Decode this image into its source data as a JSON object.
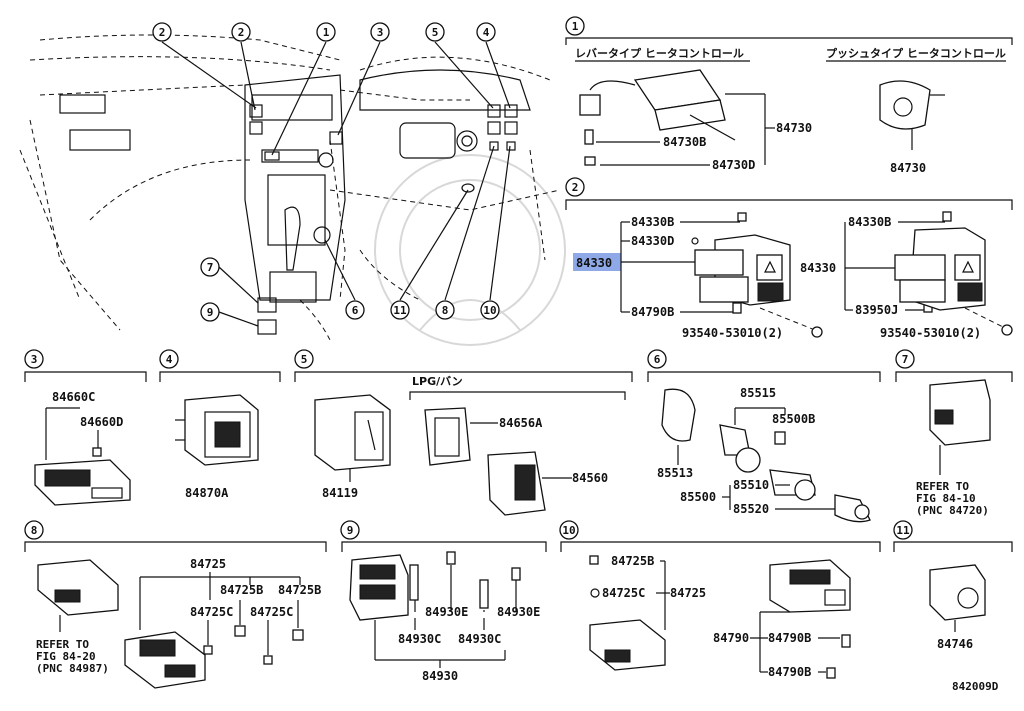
{
  "figure_code": "842009D",
  "highlight_color": "#8fa9e8",
  "callouts": [
    "1",
    "2",
    "3",
    "4",
    "5",
    "6",
    "7",
    "8",
    "9",
    "10",
    "11"
  ],
  "sec1": {
    "label_lever": "レバータイプ ヒータコントロール",
    "label_push": "プッシュタイプ ヒータコントロール",
    "p84730": "84730",
    "p84730b": "84730B",
    "p84730d": "84730D",
    "p84730_push": "84730"
  },
  "sec2": {
    "main": "84330",
    "p84330b_l": "84330B",
    "p84330d_l": "84330D",
    "p84790b_l": "84790B",
    "p93540_l": "93540-53010(2)",
    "p84330b_r": "84330B",
    "p84330_r": "84330",
    "p83950j_r": "83950J",
    "p93540_r": "93540-53010(2)"
  },
  "sec3": {
    "p84660c": "84660C",
    "p84660d": "84660D"
  },
  "sec4": {
    "p84870a": "84870A"
  },
  "sec5": {
    "lpg": "LPG/バン",
    "p84119": "84119",
    "p84656a": "84656A",
    "p84560": "84560"
  },
  "sec6": {
    "p85515": "85515",
    "p85500b": "85500B",
    "p85513": "85513",
    "p85510": "85510",
    "p85500": "85500",
    "p85520": "85520"
  },
  "sec7": {
    "ref1": "REFER TO",
    "ref2": "FIG 84-10",
    "ref3": "(PNC 84720)"
  },
  "sec8": {
    "p84725": "84725",
    "p84725b_a": "84725B",
    "p84725b_b": "84725B",
    "p84725c_a": "84725C",
    "p84725c_b": "84725C",
    "ref1": "REFER TO",
    "ref2": "FIG 84-20",
    "ref3": "(PNC 84987)"
  },
  "sec9": {
    "p84930e_a": "84930E",
    "p84930e_b": "84930E",
    "p84930c_a": "84930C",
    "p84930c_b": "84930C",
    "p84930": "84930"
  },
  "sec10": {
    "p84725b": "84725B",
    "p84725c": "84725C",
    "p84725": "84725",
    "p84790": "84790",
    "p84790b_a": "84790B",
    "p84790b_b": "84790B"
  },
  "sec11": {
    "p84746": "84746"
  }
}
